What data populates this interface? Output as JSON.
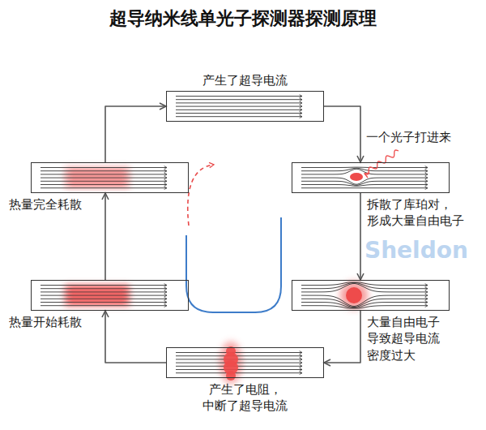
{
  "diagram": {
    "title": "超导纳米线单光子探测器探测原理",
    "nodes": [
      {
        "text": [
          "产生了超导电流"
        ]
      },
      {
        "text": [
          "拆散了库珀对， 形成大量自由电子"
        ]
      },
      {
        "text": [
          "大量自由电子 导致超导电流 密度过大"
        ]
      },
      {
        "text": [
          "产生了电阻， 中断了超导电流"
        ]
      },
      {
        "text": [
          "热量开始耗散"
        ]
      },
      {
        "text": [
          "热量完全耗散"
        ]
      }
    ],
    "edges": [
      {
        "from": 0,
        "to": 1,
        "arrow": "to"
      },
      {
        "from": 1,
        "to": 2,
        "arrow": "to"
      },
      {
        "from": 2,
        "to": 3,
        "arrow": "to"
      },
      {
        "from": 3,
        "to": 4,
        "arrow": "to"
      },
      {
        "from": 4,
        "to": 5,
        "arrow": "to"
      },
      {
        "from": 5,
        "to": 0,
        "arrow": "to"
      }
    ],
    "labels": [
      "一个光子打进来",
      "Sheldon"
    ]
  }
}
